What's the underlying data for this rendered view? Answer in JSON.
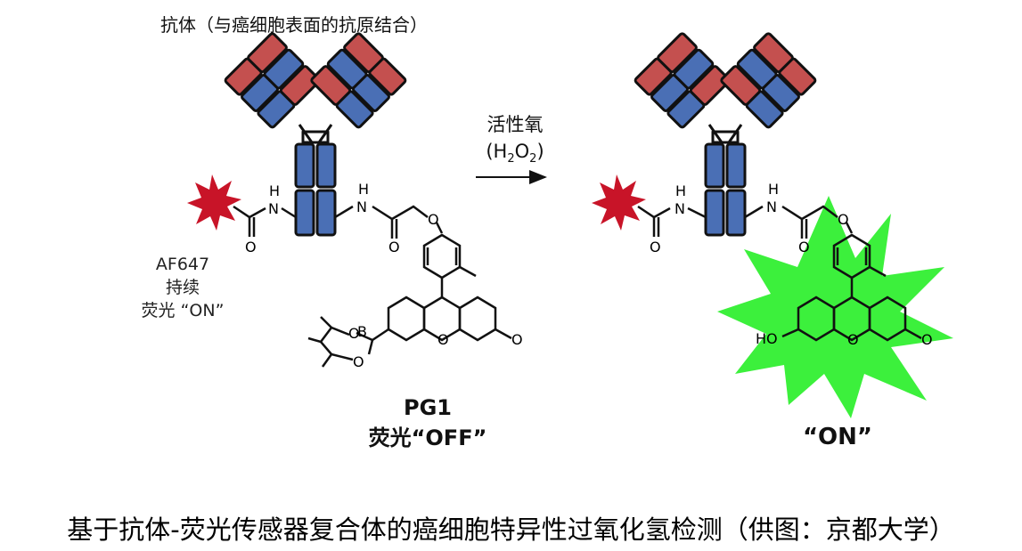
{
  "antibody_label": "抗体（与癌细胞表面的抗原结合）",
  "reagent": {
    "line1": "活性氧",
    "h2o2_open": "(H",
    "sub1": "2",
    "h2o2_o": "O",
    "sub2": "2",
    "h2o2_close": ")"
  },
  "af647": {
    "line1": "AF647",
    "line2": "持续",
    "line3": "荧光 “ON”"
  },
  "probe": {
    "name": "PG1",
    "state": "荧光“OFF”"
  },
  "on_state": "“ON”",
  "atoms": {
    "N": "N",
    "H": "H",
    "O": "O",
    "B": "B",
    "HO": "HO"
  },
  "caption": "基于抗体-荧光传感器复合体的癌细胞特异性过氧化氢检测（供图：京都大学）",
  "colors": {
    "heavy_chain": "#4a6fb5",
    "light_chain": "#c4504f",
    "af647_star": "#c81428",
    "fluorescence_glow": "#3cf03c",
    "bonds": "#111111"
  }
}
